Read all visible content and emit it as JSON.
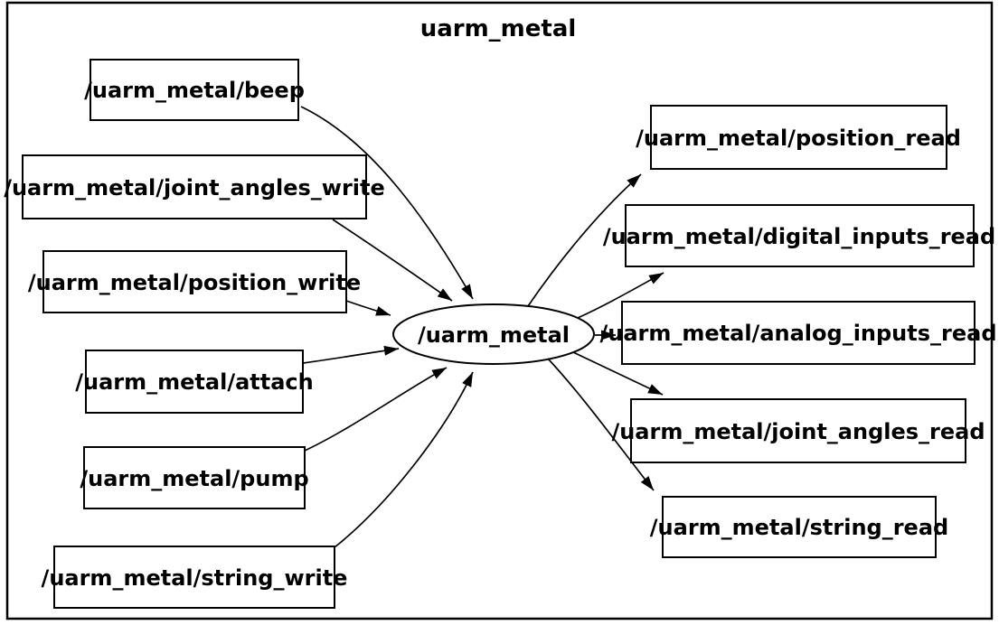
{
  "graph": {
    "title": "uarm_metal",
    "node": {
      "label": "/uarm_metal"
    },
    "input_topics": [
      {
        "label": "/uarm_metal/beep"
      },
      {
        "label": "/uarm_metal/joint_angles_write"
      },
      {
        "label": "/uarm_metal/position_write"
      },
      {
        "label": "/uarm_metal/attach"
      },
      {
        "label": "/uarm_metal/pump"
      },
      {
        "label": "/uarm_metal/string_write"
      }
    ],
    "output_topics": [
      {
        "label": "/uarm_metal/position_read"
      },
      {
        "label": "/uarm_metal/digital_inputs_read"
      },
      {
        "label": "/uarm_metal/analog_inputs_read"
      },
      {
        "label": "/uarm_metal/joint_angles_read"
      },
      {
        "label": "/uarm_metal/string_read"
      }
    ],
    "colors": {
      "stroke": "#000000",
      "background": "#ffffff"
    }
  }
}
